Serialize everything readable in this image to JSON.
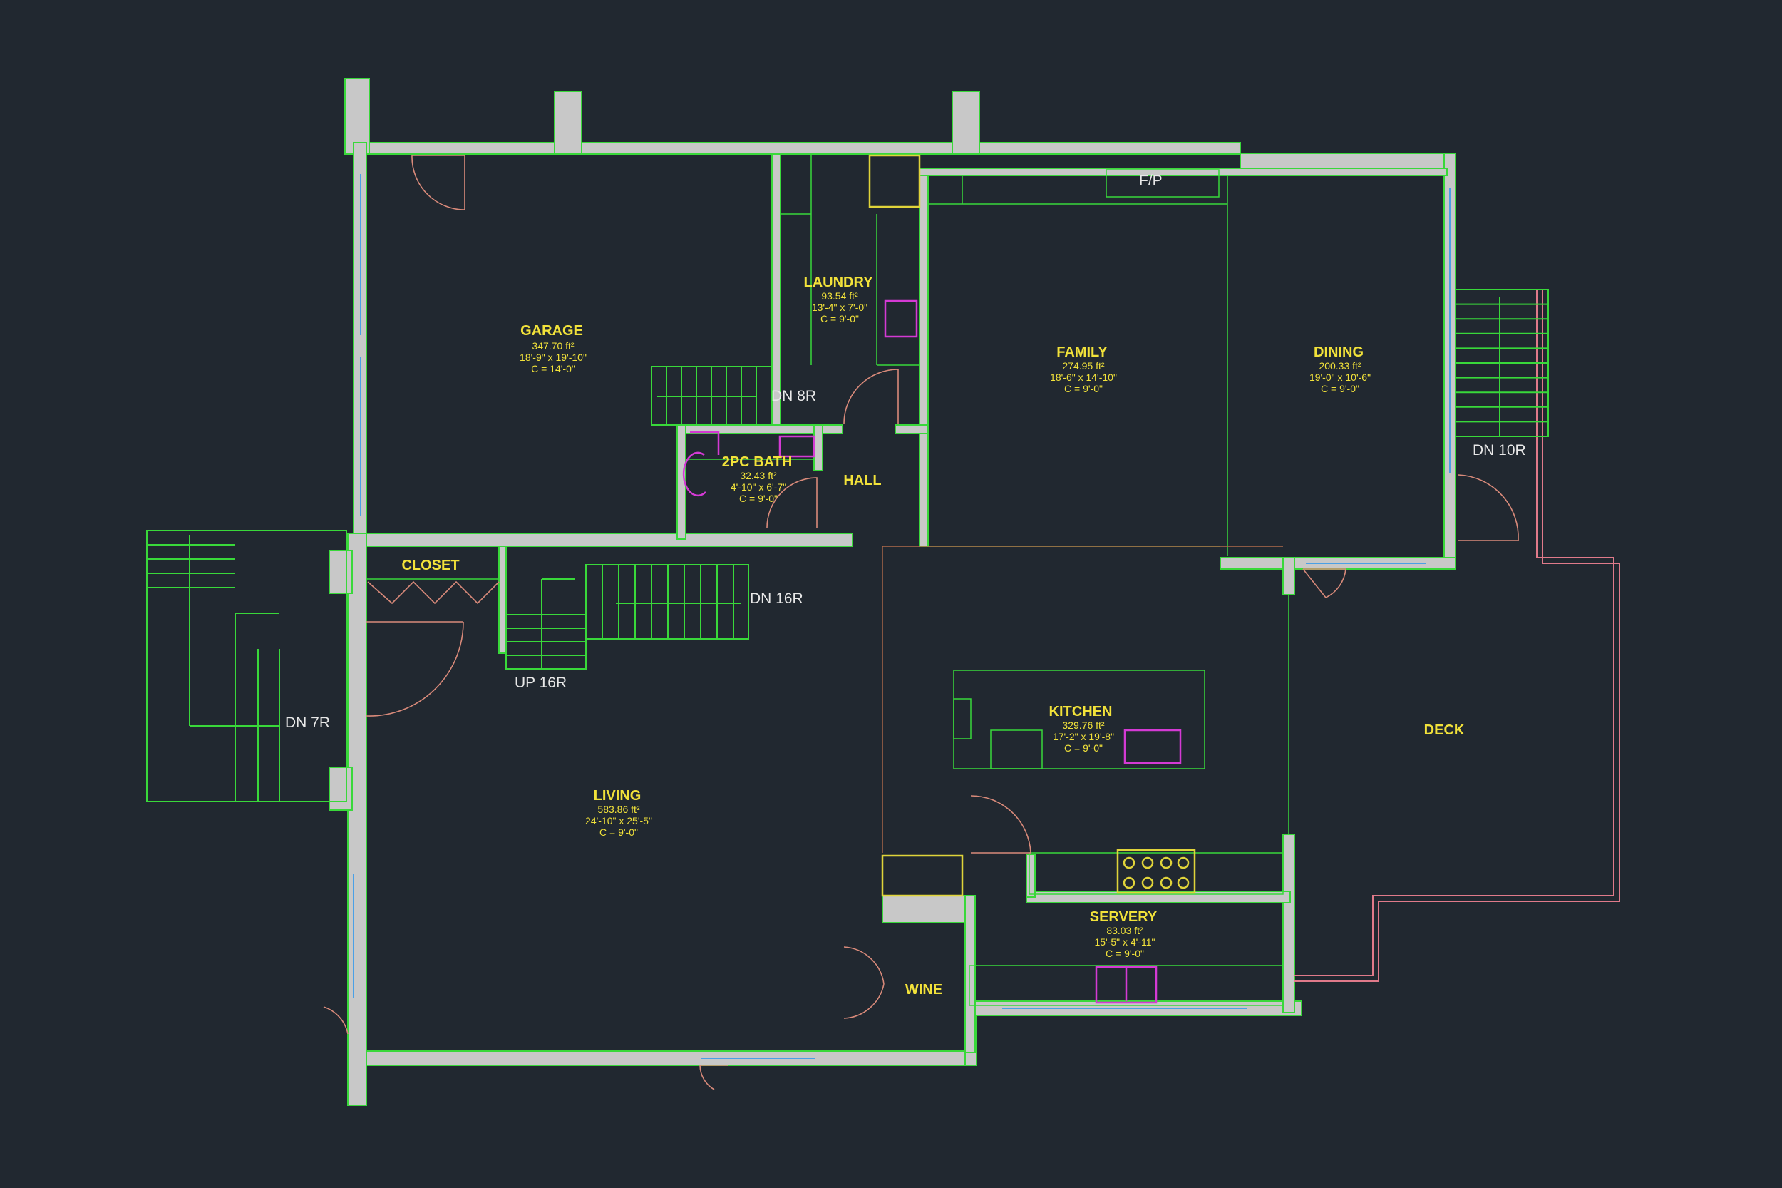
{
  "colors": {
    "background": "#212830",
    "wall_fill": "#c8c8c8",
    "outline": "#39d83a",
    "room_text": "#f2e23a",
    "annotation_text": "#e8e8e8",
    "door_swing": "#d98a7a",
    "fixture": "#d43ad4",
    "window": "#4aa0e6"
  },
  "rooms": {
    "garage": {
      "name": "GARAGE",
      "area": "347.70 ft²",
      "dims": "18'-9\" x 19'-10\"",
      "ceiling": "C = 14'-0\""
    },
    "laundry": {
      "name": "LAUNDRY",
      "area": "93.54 ft²",
      "dims": "13'-4\" x 7'-0\"",
      "ceiling": "C = 9'-0\""
    },
    "family": {
      "name": "FAMILY",
      "area": "274.95 ft²",
      "dims": "18'-6\" x 14'-10\"",
      "ceiling": "C = 9'-0\""
    },
    "dining": {
      "name": "DINING",
      "area": "200.33 ft²",
      "dims": "19'-0\" x 10'-6\"",
      "ceiling": "C = 9'-0\""
    },
    "bath": {
      "name": "2PC BATH",
      "area": "32.43 ft²",
      "dims": "4'-10\" x 6'-7\"",
      "ceiling": "C = 9'-0\""
    },
    "kitchen": {
      "name": "KITCHEN",
      "area": "329.76 ft²",
      "dims": "17'-2\" x 19'-8\"",
      "ceiling": "C = 9'-0\""
    },
    "living": {
      "name": "LIVING",
      "area": "583.86 ft²",
      "dims": "24'-10\" x 25'-5\"",
      "ceiling": "C = 9'-0\""
    },
    "servery": {
      "name": "SERVERY",
      "area": "83.03 ft²",
      "dims": "15'-5\" x 4'-11\"",
      "ceiling": "C = 9'-0\""
    },
    "hall": {
      "name": "HALL"
    },
    "closet": {
      "name": "CLOSET"
    },
    "wine": {
      "name": "WINE"
    },
    "deck": {
      "name": "DECK"
    }
  },
  "annotations": {
    "fireplace": "F/P",
    "stair_dn_8r": "DN 8R",
    "stair_dn_10r": "DN 10R",
    "stair_dn_16r": "DN 16R",
    "stair_up_16r": "UP 16R",
    "stair_dn_7r": "DN 7R"
  }
}
